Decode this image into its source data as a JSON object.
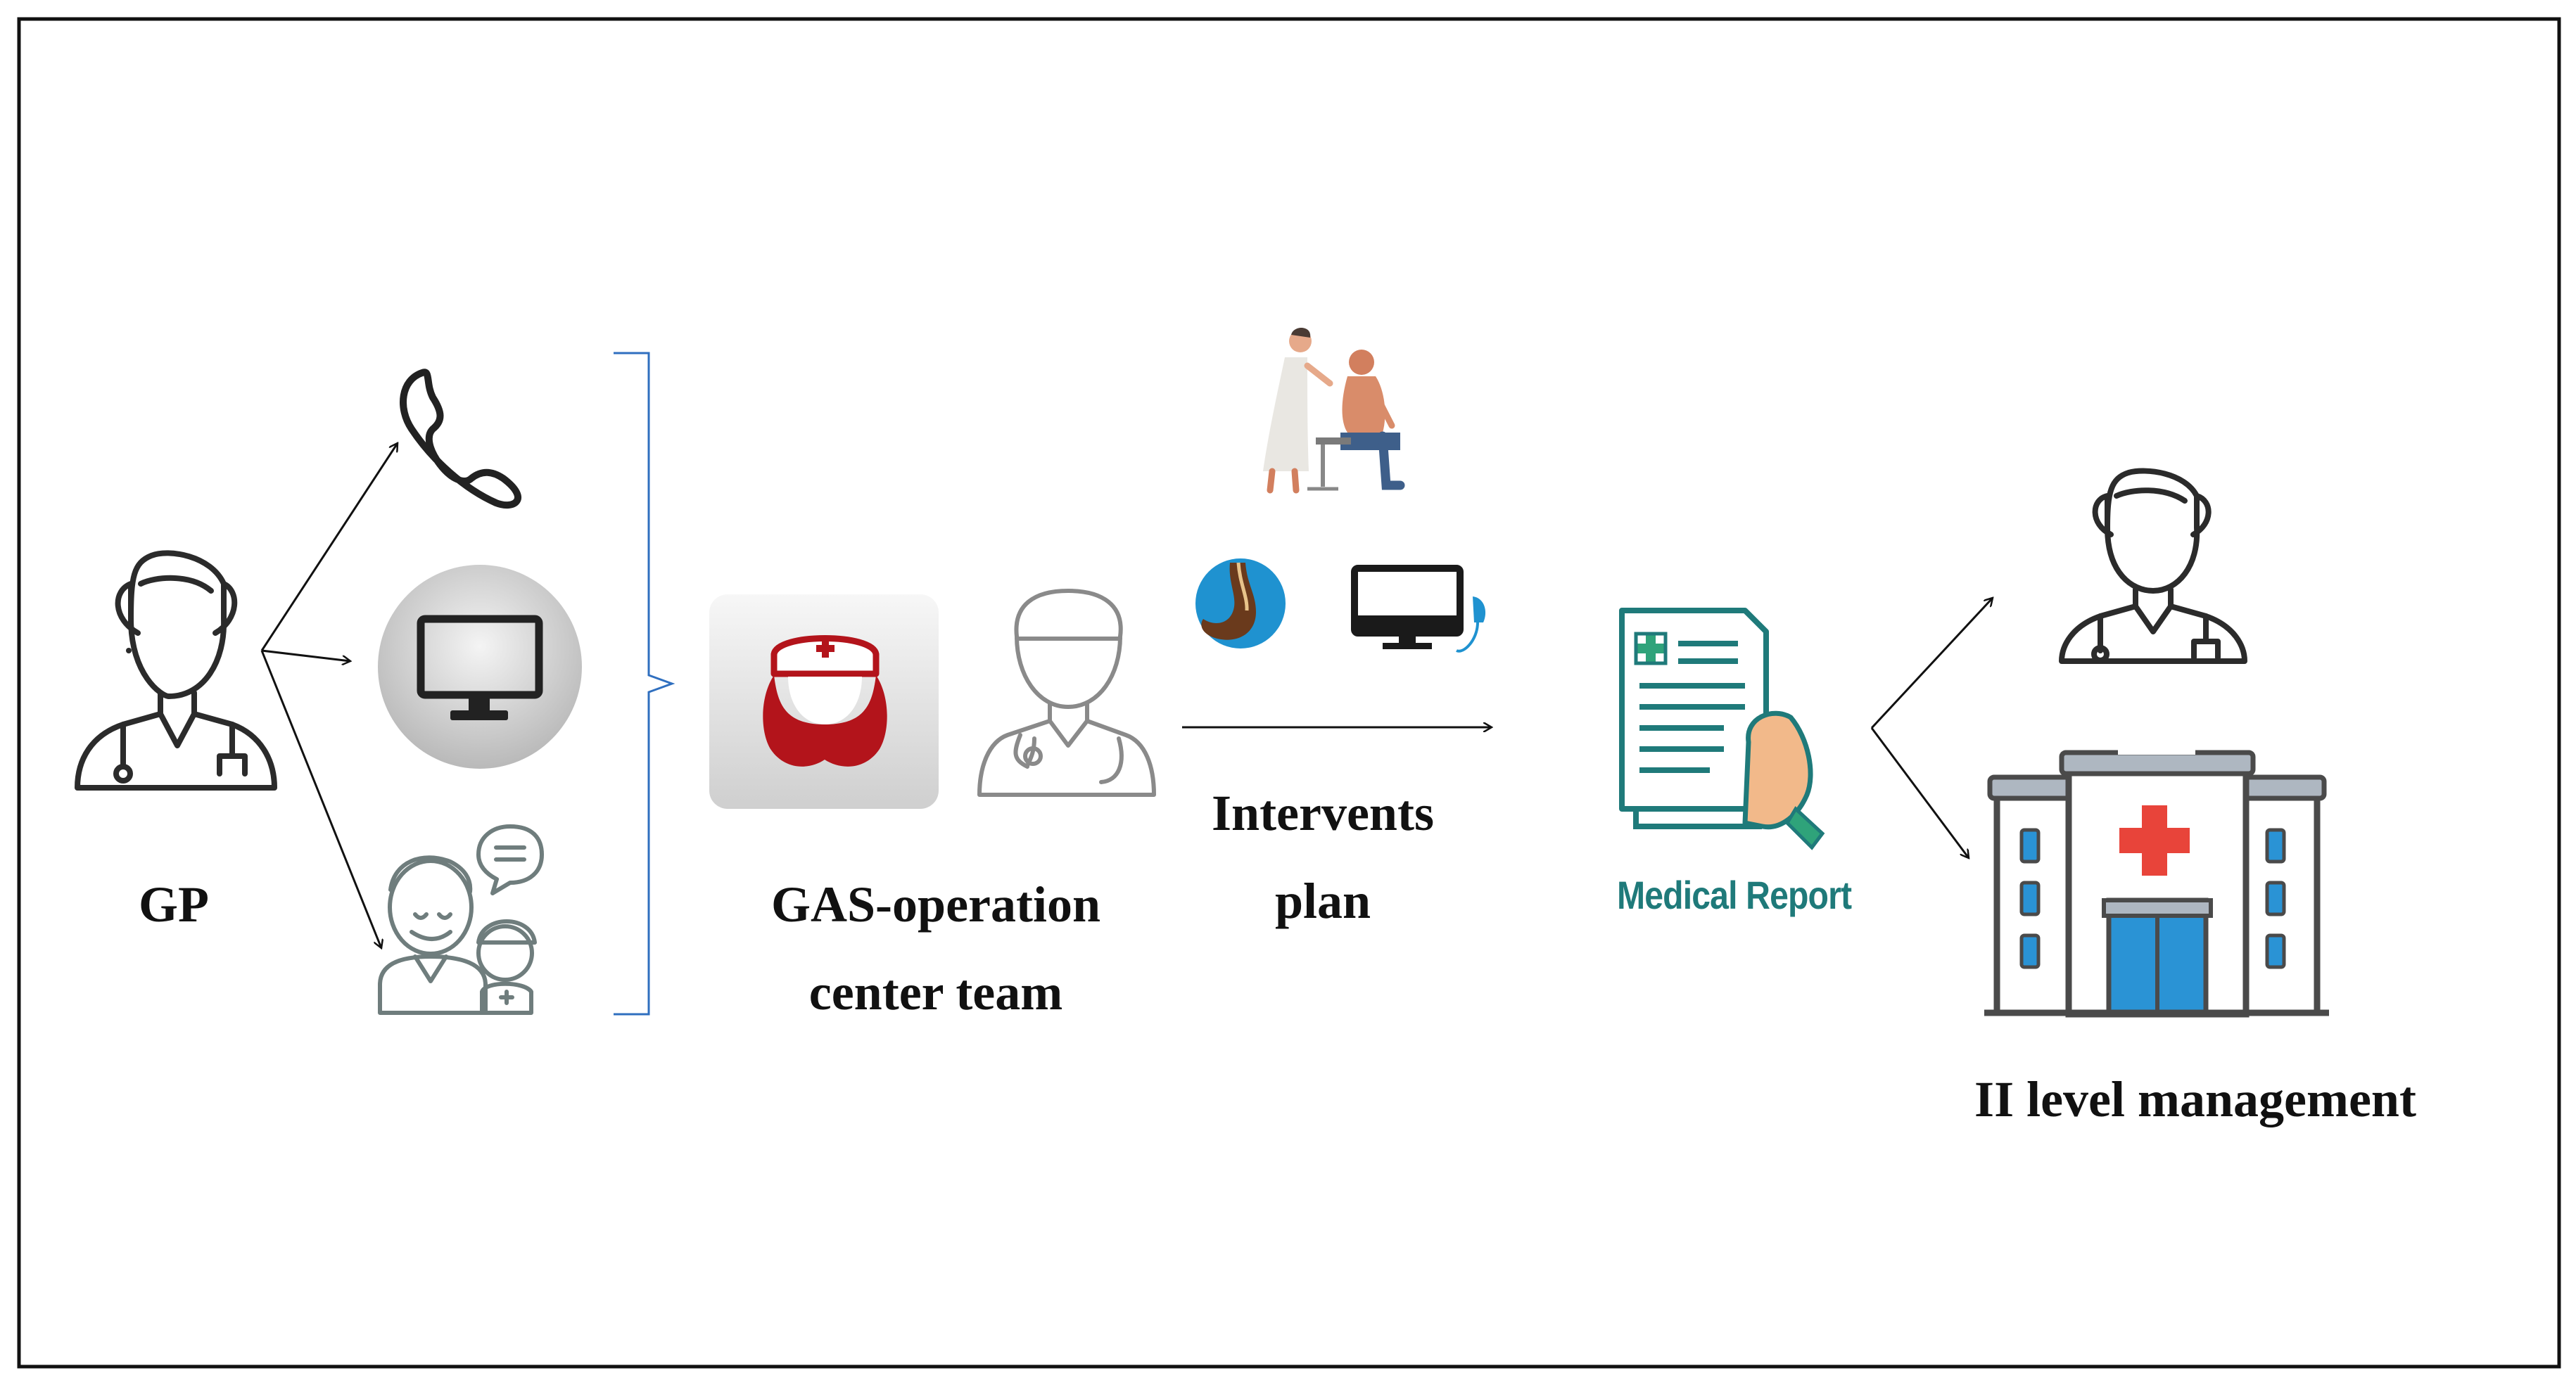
{
  "nodes": {
    "gp": {
      "label": "GP"
    },
    "gas_team": {
      "label_line1": "GAS-operation",
      "label_line2": "center team"
    },
    "intervents": {
      "label_line1": "Intervents",
      "label_line2": "plan"
    },
    "medical_report": {
      "label": "Medical Report"
    },
    "second_level": {
      "label": "II level management"
    }
  },
  "icons": {
    "gp": "doctor-outline-icon",
    "phone": "phone-icon",
    "monitor": "monitor-icon",
    "consult": "doctor-nurse-consultation-icon",
    "nurse": "nurse-icon",
    "doctor": "doctor-stethoscope-icon",
    "exam": "physical-examination-icon",
    "stomach": "stomach-icon",
    "ultrasound": "ultrasound-monitor-icon",
    "report": "medical-report-icon",
    "gp_out": "doctor-outline-icon",
    "hospital": "hospital-icon"
  },
  "colors": {
    "frame": "#111111",
    "bracket": "#2f6fbf",
    "nurse_red": "#b3141b",
    "teal": "#1f7a7a",
    "hospital_blue": "#2a93d5",
    "hospital_red": "#e8443a"
  }
}
